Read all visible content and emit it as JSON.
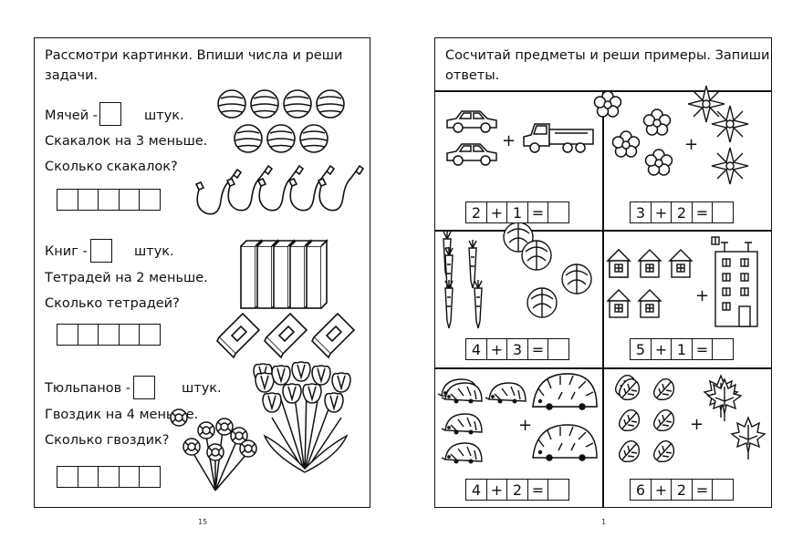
{
  "left_page": {
    "instruction": "Рассмотри картинки. Впиши числа и реши",
    "instruction_line2": "задачи.",
    "task1": {
      "line1_before": "Мячей -",
      "line1_after": "штук.",
      "line2": "Скакалок на 3 меньше.",
      "line3": "Сколько скакалок?"
    },
    "task2": {
      "line1_before": "Книг -",
      "line1_after": "штук.",
      "line2": "Тетрадей на 2 меньше.",
      "line3": "Сколько тетрадей?"
    },
    "task3": {
      "line1_before": "Тюльпанов -",
      "line1_after": "штук.",
      "line2": "Гвоздик на 4 меньше.",
      "line3": "Сколько гвоздик?"
    },
    "page_number": "15"
  },
  "right_page": {
    "instruction": "Сосчитай предметы и реши примеры. Запиши",
    "instruction_line2": "ответы.",
    "plus": "+",
    "equations": [
      {
        "a": "2",
        "op": "+",
        "b": "1",
        "eq": "="
      },
      {
        "a": "3",
        "op": "+",
        "b": "2",
        "eq": "="
      },
      {
        "a": "4",
        "op": "+",
        "b": "3",
        "eq": "="
      },
      {
        "a": "5",
        "op": "+",
        "b": "1",
        "eq": "="
      },
      {
        "a": "4",
        "op": "+",
        "b": "2",
        "eq": "="
      },
      {
        "a": "6",
        "op": "+",
        "b": "2",
        "eq": "="
      }
    ],
    "page_number": "1"
  }
}
